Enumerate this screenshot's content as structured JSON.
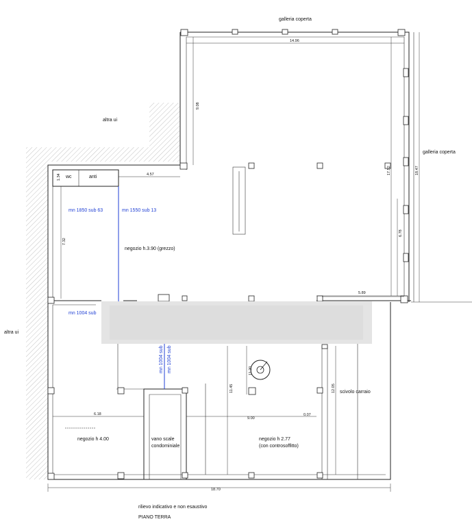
{
  "labels": {
    "galleria_top": "galleria coperta",
    "galleria_right": "galleria coperta",
    "altra_ui_top": "altra ui",
    "altra_ui_left": "altra ui",
    "wc": "wc",
    "anti": "anti",
    "mn_1850_63": "mn 1850 sub 63",
    "mn_1550_13": "mn 1550 sub 13",
    "negozio_390": "negozio h.3.90 (grezzo)",
    "mn_1004": "mn 1004 sub",
    "mn_1004_v1": "mn 1004 sub",
    "mn_1004_v2": "mn 1004 sub",
    "scivolo": "scivolo carraio",
    "negozio_400": "negozio h 4.00",
    "vano_scale_1": "vano scale",
    "vano_scale_2": "condominiale",
    "negozio_277_1": "negozio h 2.77",
    "negozio_277_2": "(con controsoffitto)",
    "footer_1": "rilievo indicativo e non esaustivo",
    "footer_2": "PIANO TERRA"
  },
  "dimensions": {
    "d_1496": "14.96",
    "d_908": "9.08",
    "d_1752": "17.52",
    "d_1847": "18.47",
    "d_457": "4.57",
    "d_134": "1.34",
    "d_732": "7.32",
    "d_678": "6.78",
    "d_589": "5.89",
    "d_1145": "11.45",
    "d_1120": "11.20",
    "d_1205": "12.05",
    "d_618": "6.18",
    "d_900": "9.00",
    "d_007": "0.07",
    "d_1870": "18.70"
  },
  "colors": {
    "wall": "#222222",
    "owner_boundary": "#1f3fd4",
    "hatch": "#9a9a9a",
    "redacted": "#e4e4e4"
  }
}
